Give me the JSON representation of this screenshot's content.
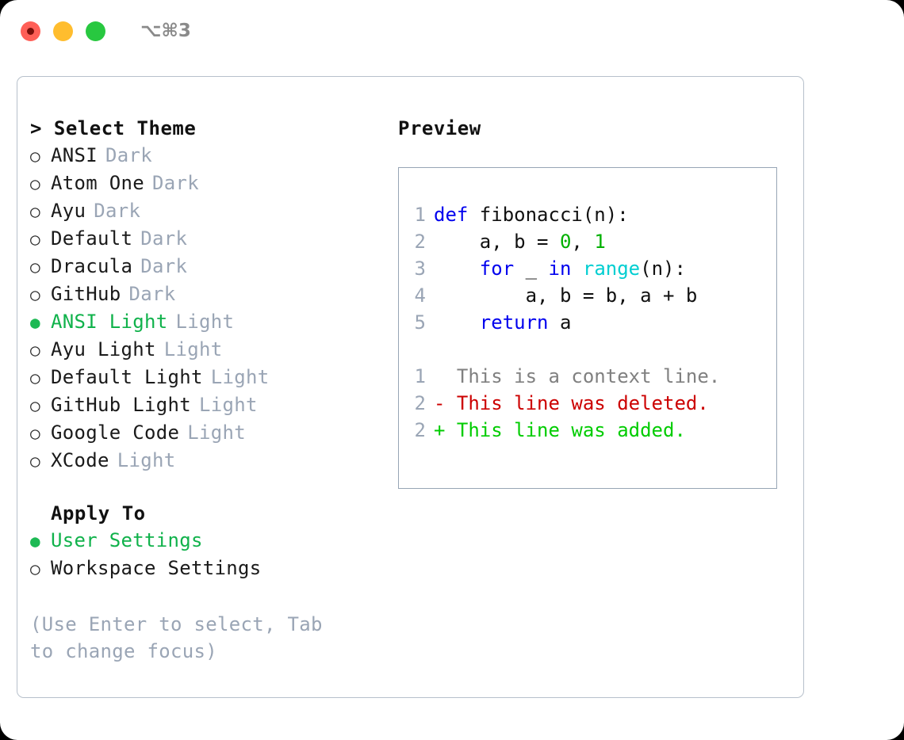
{
  "titlebar": {
    "shortcut": "⌥⌘3",
    "controls": [
      {
        "name": "close",
        "color": "#ff5f57"
      },
      {
        "name": "minimize",
        "color": "#ffbd2e"
      },
      {
        "name": "maximize",
        "color": "#28c840"
      }
    ]
  },
  "theme_picker": {
    "header": "> Select Theme",
    "selected_bullet": "●",
    "unselected_bullet": "○",
    "selected_color": "#10b24b",
    "kind_color": "#9aa5b5",
    "items": [
      {
        "name": "ANSI",
        "kind": "Dark",
        "selected": false
      },
      {
        "name": "Atom One",
        "kind": "Dark",
        "selected": false
      },
      {
        "name": "Ayu",
        "kind": "Dark",
        "selected": false
      },
      {
        "name": "Default",
        "kind": "Dark",
        "selected": false
      },
      {
        "name": "Dracula",
        "kind": "Dark",
        "selected": false
      },
      {
        "name": "GitHub",
        "kind": "Dark",
        "selected": false
      },
      {
        "name": "ANSI Light",
        "kind": "Light",
        "selected": true
      },
      {
        "name": "Ayu Light",
        "kind": "Light",
        "selected": false
      },
      {
        "name": "Default Light",
        "kind": "Light",
        "selected": false
      },
      {
        "name": "GitHub Light",
        "kind": "Light",
        "selected": false
      },
      {
        "name": "Google Code",
        "kind": "Light",
        "selected": false
      },
      {
        "name": "XCode",
        "kind": "Light",
        "selected": false
      }
    ]
  },
  "apply_to": {
    "header": "Apply To",
    "items": [
      {
        "name": "User Settings",
        "selected": true
      },
      {
        "name": "Workspace Settings",
        "selected": false
      }
    ]
  },
  "help": {
    "text": "(Use Enter to select, Tab to change focus)"
  },
  "preview": {
    "title": "Preview",
    "code": [
      {
        "lineno": "1",
        "tokens": [
          {
            "t": "def",
            "k": "kw"
          },
          {
            "t": " fibonacci(n):",
            "k": "plain"
          }
        ]
      },
      {
        "lineno": "2",
        "tokens": [
          {
            "t": "    a, b = ",
            "k": "plain"
          },
          {
            "t": "0",
            "k": "num"
          },
          {
            "t": ", ",
            "k": "plain"
          },
          {
            "t": "1",
            "k": "num"
          }
        ]
      },
      {
        "lineno": "3",
        "tokens": [
          {
            "t": "    ",
            "k": "plain"
          },
          {
            "t": "for",
            "k": "kw"
          },
          {
            "t": " _ ",
            "k": "plain"
          },
          {
            "t": "in",
            "k": "kw"
          },
          {
            "t": " ",
            "k": "plain"
          },
          {
            "t": "range",
            "k": "fn"
          },
          {
            "t": "(n):",
            "k": "plain"
          }
        ]
      },
      {
        "lineno": "4",
        "tokens": [
          {
            "t": "        a, b = b, a + b",
            "k": "plain"
          }
        ]
      },
      {
        "lineno": "5",
        "tokens": [
          {
            "t": "    ",
            "k": "plain"
          },
          {
            "t": "return",
            "k": "kw"
          },
          {
            "t": " a",
            "k": "plain"
          }
        ]
      }
    ],
    "diff": [
      {
        "lineno": "1",
        "marker": "  ",
        "text": "This is a context line.",
        "kind": "ctx"
      },
      {
        "lineno": "2",
        "marker": "- ",
        "text": "This line was deleted.",
        "kind": "del"
      },
      {
        "lineno": "2",
        "marker": "+ ",
        "text": "This line was added.",
        "kind": "add"
      }
    ]
  }
}
